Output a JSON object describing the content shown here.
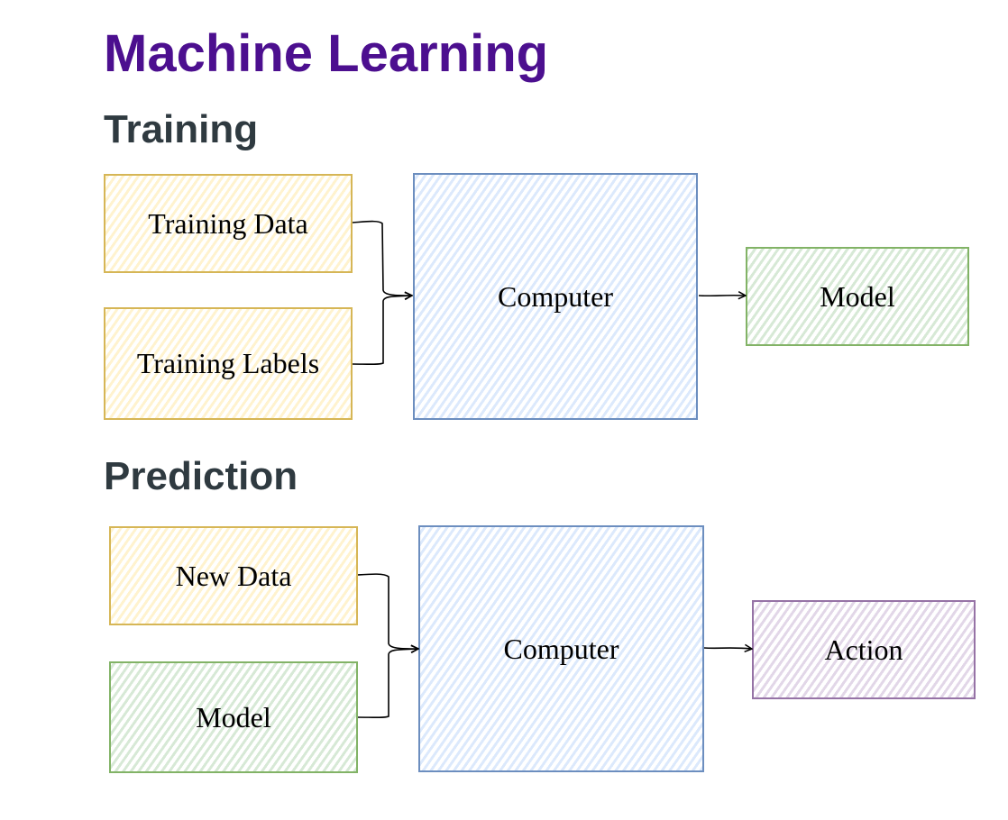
{
  "title": "Machine Learning",
  "colors": {
    "title": "#4c0f8f",
    "section": "#2f3a40",
    "input_stroke": "#d6b656",
    "input_fill": "#fff2cc",
    "computer_stroke": "#6c8ebf",
    "computer_fill": "#dae8fc",
    "model_stroke": "#82b366",
    "model_fill": "#d5e8d4",
    "action_stroke": "#9673a6",
    "action_fill": "#e1d5e7",
    "connector": "#000000"
  },
  "training": {
    "heading": "Training",
    "inputs": [
      "Training Data",
      "Training Labels"
    ],
    "process": "Computer",
    "output": "Model"
  },
  "prediction": {
    "heading": "Prediction",
    "inputs": [
      "New Data",
      "Model"
    ],
    "process": "Computer",
    "output": "Action"
  }
}
